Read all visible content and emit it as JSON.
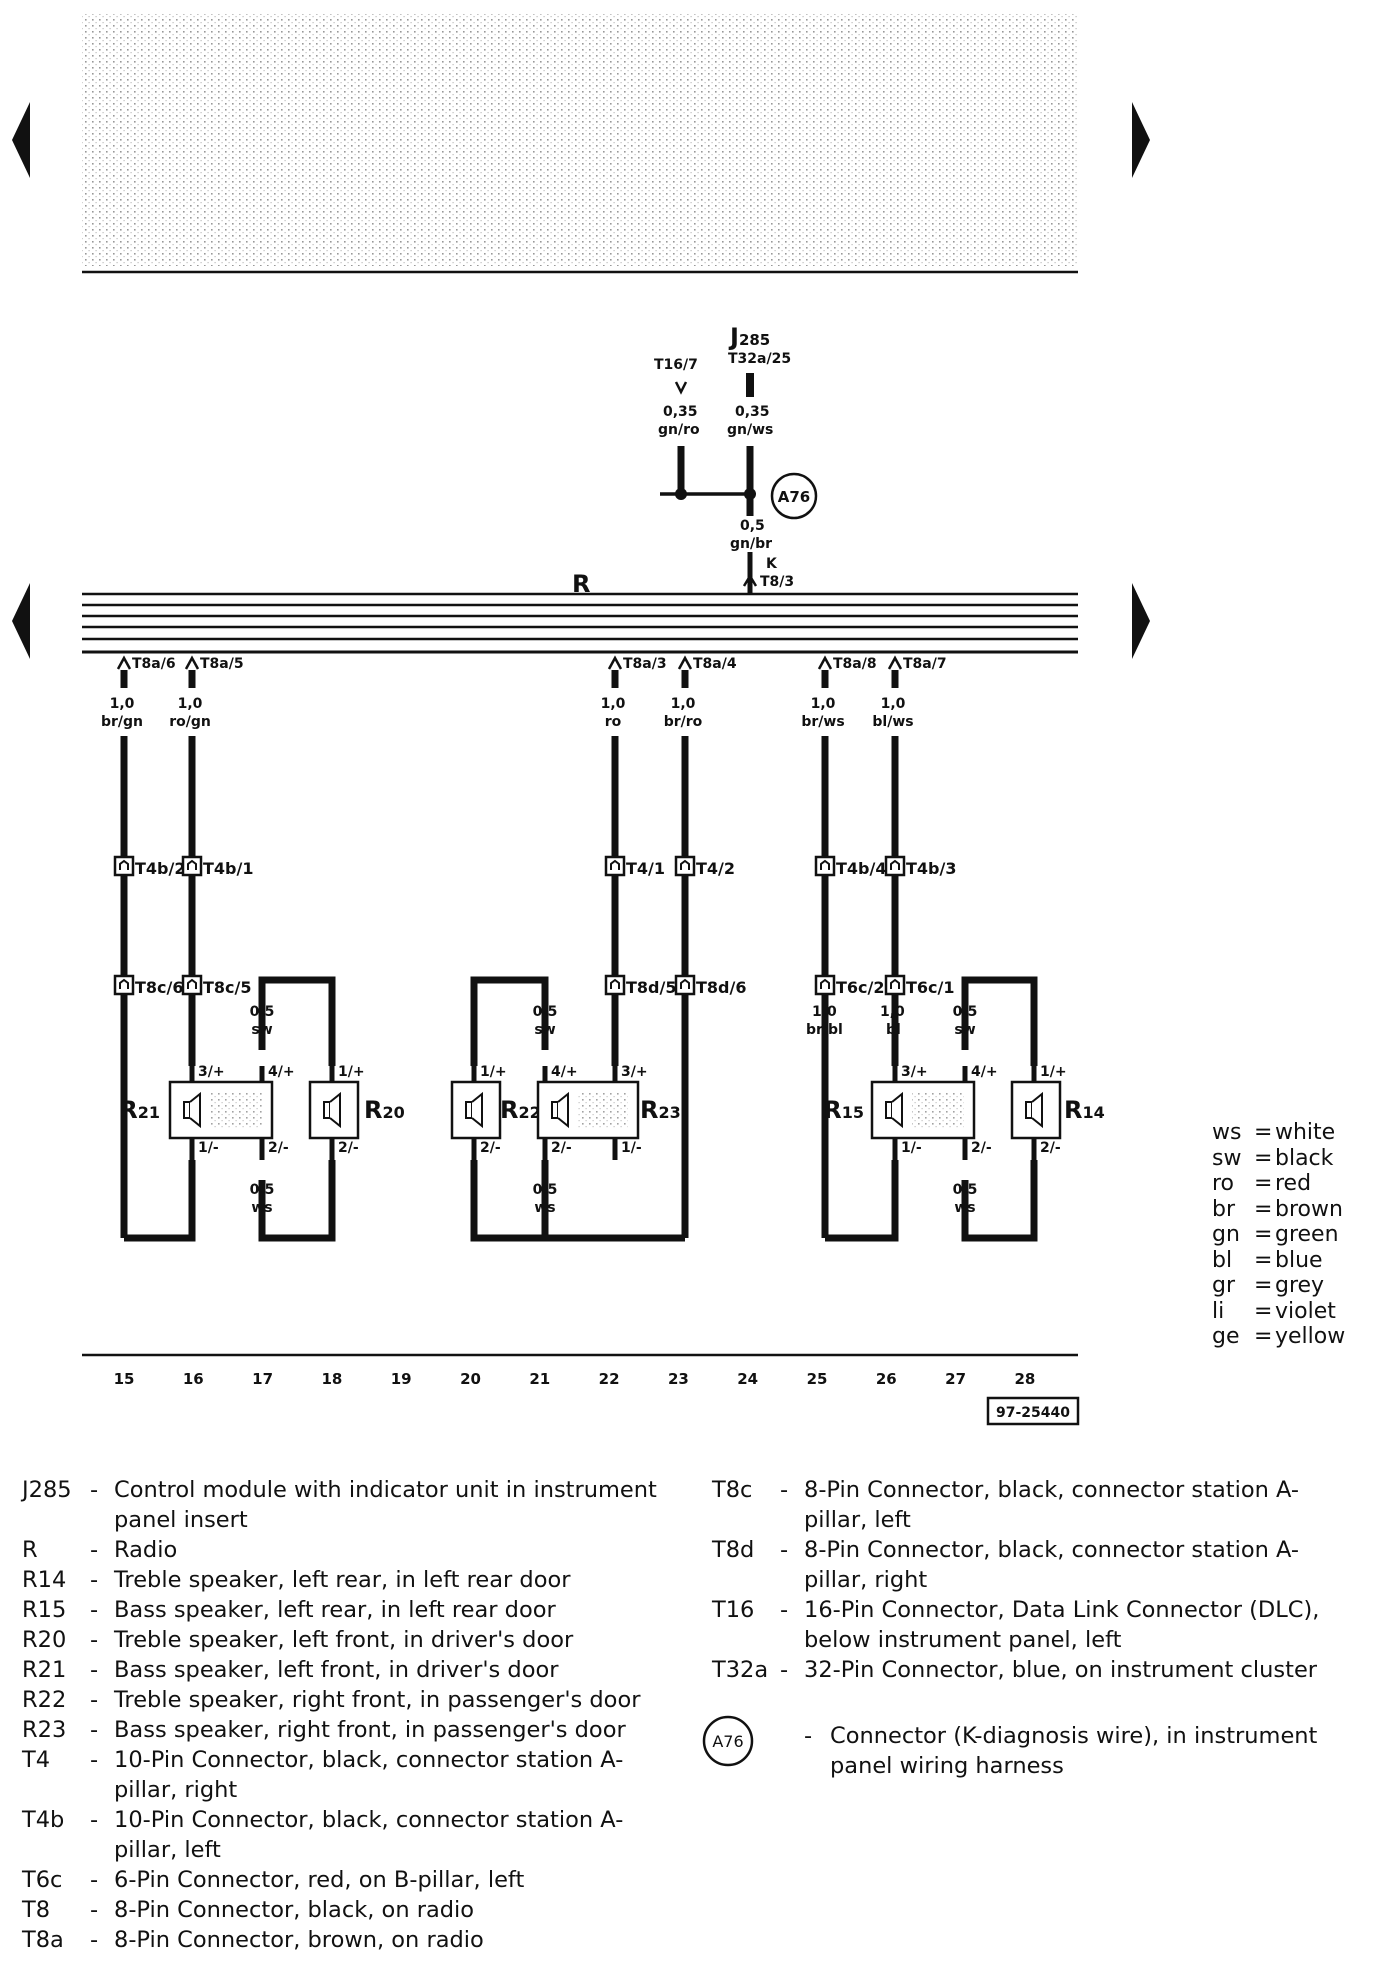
{
  "diagram": {
    "bus_label": "R",
    "drawing_number": "97-25440",
    "top_module": {
      "label_main": "J",
      "label_sub": "285",
      "pin": "T32a/25"
    },
    "top_wires": [
      {
        "pin": "T16/7",
        "gauge": "0,35",
        "color": "gn/ro"
      },
      {
        "pin": "",
        "gauge": "0,35",
        "color": "gn/ws"
      }
    ],
    "joined_wire": {
      "gauge": "0,5",
      "color": "gn/br",
      "pin_letter": "K",
      "pin": "T8/3"
    },
    "ground_point": "A76",
    "radio_wires": [
      {
        "pin": "T8a/6",
        "gauge": "1,0",
        "color": "br/gn",
        "conn_mid": "T4b/2",
        "conn_low": "T8c/6"
      },
      {
        "pin": "T8a/5",
        "gauge": "1,0",
        "color": "ro/gn",
        "conn_mid": "T4b/1",
        "conn_low": "T8c/5"
      },
      {
        "pin": "T8a/3",
        "gauge": "1,0",
        "color": "ro",
        "conn_mid": "T4/1",
        "conn_low": "T8d/5"
      },
      {
        "pin": "T8a/4",
        "gauge": "1,0",
        "color": "br/ro",
        "conn_mid": "T4/2",
        "conn_low": "T8d/6"
      },
      {
        "pin": "T8a/8",
        "gauge": "1,0",
        "color": "br/ws",
        "conn_mid": "T4b/4",
        "conn_low": "T6c/2"
      },
      {
        "pin": "T8a/7",
        "gauge": "1,0",
        "color": "bl/ws",
        "conn_mid": "T4b/3",
        "conn_low": "T6c/1"
      }
    ],
    "lower_wire_labels": [
      {
        "gauge": "1,0",
        "color": "br/bl"
      },
      {
        "gauge": "1,0",
        "color": "bl"
      }
    ],
    "short_wire": {
      "gauge": "0,5",
      "color_top": "sw",
      "color_bottom": "ws"
    },
    "speakers": [
      {
        "code": "R",
        "sub": "21",
        "pins": [
          "3/+",
          "4/+",
          "1/-",
          "2/-"
        ]
      },
      {
        "code": "R",
        "sub": "20",
        "pins": [
          "1/+",
          "2/-"
        ]
      },
      {
        "code": "R",
        "sub": "22",
        "pins": [
          "1/+",
          "2/-"
        ]
      },
      {
        "code": "R",
        "sub": "23",
        "pins": [
          "4/+",
          "3/+",
          "2/-",
          "1/-"
        ]
      },
      {
        "code": "R",
        "sub": "15",
        "pins": [
          "3/+",
          "4/+",
          "1/-",
          "2/-"
        ]
      },
      {
        "code": "R",
        "sub": "14",
        "pins": [
          "1/+",
          "2/-"
        ]
      }
    ],
    "grid_numbers": [
      "15",
      "16",
      "17",
      "18",
      "19",
      "20",
      "21",
      "22",
      "23",
      "24",
      "25",
      "26",
      "27",
      "28"
    ]
  },
  "color_key": [
    {
      "code": "ws",
      "name": "white"
    },
    {
      "code": "sw",
      "name": "black"
    },
    {
      "code": "ro",
      "name": "red"
    },
    {
      "code": "br",
      "name": "brown"
    },
    {
      "code": "gn",
      "name": "green"
    },
    {
      "code": "bl",
      "name": "blue"
    },
    {
      "code": "gr",
      "name": "grey"
    },
    {
      "code": "li",
      "name": "violet"
    },
    {
      "code": "ge",
      "name": "yellow"
    }
  ],
  "legend_left": [
    {
      "code": "J285",
      "desc": "Control module with indicator unit in instrument panel insert"
    },
    {
      "code": "R",
      "desc": "Radio"
    },
    {
      "code": "R14",
      "desc": "Treble speaker, left rear, in left rear door"
    },
    {
      "code": "R15",
      "desc": "Bass speaker, left rear, in left rear door"
    },
    {
      "code": "R20",
      "desc": "Treble speaker, left front, in driver's door"
    },
    {
      "code": "R21",
      "desc": "Bass speaker, left front, in driver's door"
    },
    {
      "code": "R22",
      "desc": "Treble speaker, right front, in passenger's door"
    },
    {
      "code": "R23",
      "desc": "Bass speaker, right front, in passenger's door"
    },
    {
      "code": "T4",
      "desc": "10-Pin Connector, black,  connector station A-pillar, right"
    },
    {
      "code": "T4b",
      "desc": "10-Pin Connector, black,  connector station A-pillar, left"
    },
    {
      "code": "T6c",
      "desc": "6-Pin Connector, red, on B-pillar, left"
    },
    {
      "code": "T8",
      "desc": "8-Pin Connector, black, on radio"
    },
    {
      "code": "T8a",
      "desc": "8-Pin Connector, brown, on radio"
    }
  ],
  "legend_right": [
    {
      "code": "T8c",
      "desc": "8-Pin Connector, black, connector station A-pillar, left"
    },
    {
      "code": "T8d",
      "desc": "8-Pin Connector, black, connector station A-pillar, right"
    },
    {
      "code": "T16",
      "desc": "16-Pin Connector, Data Link Connector (DLC), below instrument panel, left"
    },
    {
      "code": "T32a",
      "desc": "32-Pin Connector, blue, on instrument cluster"
    }
  ],
  "legend_ground": {
    "code": "A76",
    "desc": "Connector (K-diagnosis wire), in instrument panel wiring harness"
  }
}
